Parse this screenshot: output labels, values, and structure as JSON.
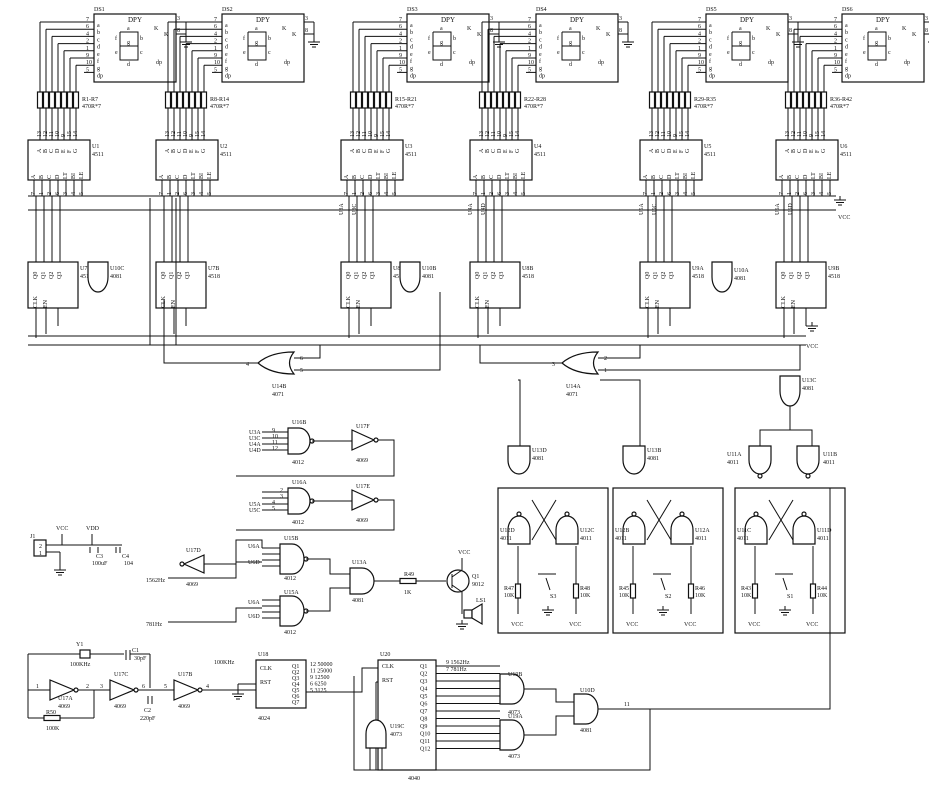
{
  "displays": [
    {
      "ref": "DS1",
      "type": "DPY"
    },
    {
      "ref": "DS2",
      "type": "DPY"
    },
    {
      "ref": "DS3",
      "type": "DPY"
    },
    {
      "ref": "DS4",
      "type": "DPY"
    },
    {
      "ref": "DS5",
      "type": "DPY"
    },
    {
      "ref": "DS6",
      "type": "DPY"
    }
  ],
  "display_pins": [
    "7",
    "6",
    "4",
    "2",
    "1",
    "9",
    "10",
    "5"
  ],
  "display_segments": [
    "a",
    "b",
    "c",
    "d",
    "e",
    "f",
    "g",
    "dp"
  ],
  "display_common": [
    "3",
    "8"
  ],
  "display_common_label": "K",
  "resistor_packs": [
    {
      "ref": "R1-R7",
      "value": "470R*7"
    },
    {
      "ref": "R8-R14",
      "value": "470R*7"
    },
    {
      "ref": "R15-R21",
      "value": "470R*7"
    },
    {
      "ref": "R22-R28",
      "value": "470R*7"
    },
    {
      "ref": "R29-R35",
      "value": "470R*7"
    },
    {
      "ref": "R36-R42",
      "value": "470R*7"
    }
  ],
  "decoders": [
    {
      "ref": "U1",
      "type": "4511"
    },
    {
      "ref": "U2",
      "type": "4511"
    },
    {
      "ref": "U3",
      "type": "4511"
    },
    {
      "ref": "U4",
      "type": "4511"
    },
    {
      "ref": "U5",
      "type": "4511"
    },
    {
      "ref": "U6",
      "type": "4511"
    }
  ],
  "decoder_top_pins": [
    "13",
    "12",
    "11",
    "10",
    "9",
    "15",
    "14"
  ],
  "decoder_top_labels": [
    "A",
    "B",
    "C",
    "D",
    "E",
    "F",
    "G"
  ],
  "decoder_bottom_labels": [
    "A",
    "B",
    "C",
    "D",
    "LT",
    "BI",
    "LE"
  ],
  "decoder_bottom_pins": [
    "7",
    "1",
    "2",
    "6",
    "3",
    "4",
    "5"
  ],
  "counters": [
    {
      "ref": "U7A",
      "type": "4518"
    },
    {
      "ref": "U7B",
      "type": "4518"
    },
    {
      "ref": "U8A",
      "type": "4518"
    },
    {
      "ref": "U8B",
      "type": "4518"
    },
    {
      "ref": "U9A",
      "type": "4518"
    },
    {
      "ref": "U9B",
      "type": "4518"
    }
  ],
  "counter_labels": [
    "Q0",
    "Q1",
    "Q2",
    "Q3"
  ],
  "counter_clk": "CLK",
  "counter_en": "EN",
  "and_gates_top": [
    {
      "ref": "U10C",
      "type": "4081"
    },
    {
      "ref": "U10B",
      "type": "4081"
    },
    {
      "ref": "U10A",
      "type": "4081"
    },
    {
      "ref": "U10D",
      "type": "4081"
    }
  ],
  "net_labels": [
    "U3A",
    "U3C",
    "U4A",
    "U4D",
    "U5A",
    "U5C",
    "U6A",
    "U6D"
  ],
  "power": {
    "vcc": "VCC",
    "vdd": "VDD"
  },
  "or_gates": [
    {
      "ref": "U14B",
      "type": "4071",
      "pins": [
        "6",
        "5",
        "4"
      ]
    },
    {
      "ref": "U14A",
      "type": "4071",
      "pins": [
        "2",
        "1",
        "3"
      ]
    }
  ],
  "and_u13c": {
    "ref": "U13C",
    "type": "4081"
  },
  "nand_3in": [
    {
      "ref": "U16B",
      "type": "4012"
    },
    {
      "ref": "U16A",
      "type": "4012"
    }
  ],
  "inverters_17": [
    {
      "ref": "U17F",
      "type": "4069"
    },
    {
      "ref": "U17E",
      "type": "4069"
    }
  ],
  "nand_pins_16b": [
    [
      "U3A",
      "9"
    ],
    [
      "U3C",
      "10"
    ],
    [
      "U4A",
      "11"
    ],
    [
      "U4D",
      "12"
    ]
  ],
  "nand_pins_16a": [
    [
      "2"
    ],
    [
      "3"
    ],
    [
      "U5A",
      "4"
    ],
    [
      "U5C",
      "5"
    ]
  ],
  "buttons_blocks": [
    {
      "top": "U13D",
      "top_type": "4081",
      "latch": [
        "U12D",
        "U12C"
      ],
      "latch_type": "4011",
      "rl": "R47",
      "rr": "R48",
      "sw": "S3"
    },
    {
      "top": "U13B",
      "top_type": "4081",
      "latch": [
        "U12B",
        "U12A"
      ],
      "latch_type": "4011",
      "rl": "R45",
      "rr": "R46",
      "sw": "S2"
    },
    {
      "top": "U11A",
      "top_type": "4011",
      "top2": "U11B",
      "latch": [
        "U11C",
        "U11D"
      ],
      "latch_type": "4011",
      "rl": "R43",
      "rr": "R44",
      "sw": "S1"
    }
  ],
  "res_value": "10K",
  "buzzer_logic": {
    "u17d": "U17D",
    "u17d_type": "4069",
    "u15b": "U15B",
    "u15a": "U15A",
    "u15_type": "4012",
    "u13a": "U13A",
    "u13a_type": "4081",
    "r49": "R49",
    "r49_val": "1K",
    "q1": "Q1",
    "q1_type": "9012",
    "ls1": "LS1",
    "u6a": "U6A",
    "u6d": "U6D",
    "freq1": "1562Hz",
    "freq2": "781Hz"
  },
  "power_conn": {
    "j1": "J1",
    "c3": "C3",
    "c3_val": "100uF",
    "c4": "C4",
    "c4_val": "104",
    "pins": [
      "2",
      "1"
    ]
  },
  "osc": {
    "y1": "Y1",
    "y1_val": "100KHz",
    "c1": "C1",
    "c1_val": "30pF",
    "c2": "C2",
    "c2_val": "220pF",
    "r50": "R50",
    "r50_val": "100K",
    "u17a": "U17A",
    "u17c": "U17C",
    "u17b": "U17B",
    "inv_type": "4069",
    "out": "100KHz"
  },
  "u18": {
    "ref": "U18",
    "type": "4024",
    "clk": "CLK",
    "rst": "RST",
    "q": [
      "Q1",
      "Q2",
      "Q3",
      "Q4",
      "Q5",
      "Q6",
      "Q7"
    ],
    "outs": [
      "12 50000",
      "11 25000",
      "9 12500",
      "6 6250",
      "5 3125"
    ]
  },
  "u20": {
    "ref": "U20",
    "type": "4040",
    "clk": "CLK",
    "rst": "RST",
    "q": [
      "Q1",
      "Q2",
      "Q3",
      "Q4",
      "Q5",
      "Q6",
      "Q7",
      "Q8",
      "Q9",
      "Q10",
      "Q11",
      "Q12"
    ],
    "outs": [
      "9 1562Hz",
      "7 781Hz"
    ]
  },
  "u19": [
    {
      "ref": "U19B",
      "type": "4073"
    },
    {
      "ref": "U19A",
      "type": "4073"
    }
  ],
  "u10d": {
    "ref": "U10D",
    "type": "4081"
  },
  "u19c": {
    "ref": "U19C",
    "type": "4073"
  }
}
